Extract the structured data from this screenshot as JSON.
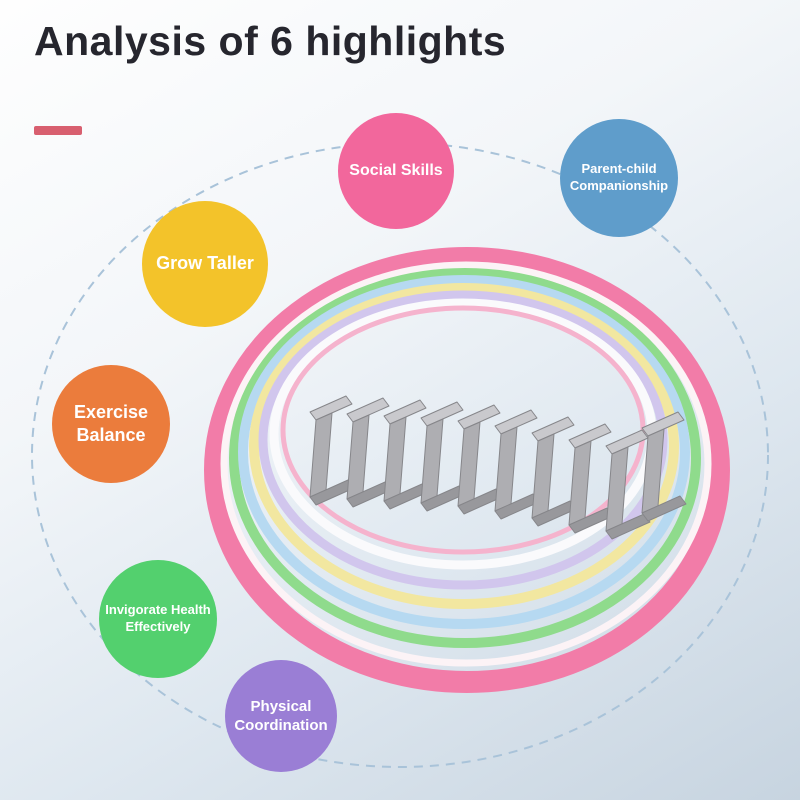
{
  "title": "Analysis of 6 highlights",
  "accent": {
    "dash_color": "#d85f6f"
  },
  "orbit": {
    "color": "#a9c3d9"
  },
  "highlights": [
    {
      "id": "social-skills",
      "color": "#f2679c",
      "lines": [
        "Social Skills",
        ""
      ]
    },
    {
      "id": "parent-child-companionship",
      "color": "#5f9dcb",
      "lines": [
        "Parent-child",
        "Companionship"
      ]
    },
    {
      "id": "grow-taller",
      "color": "#f3c32a",
      "lines": [
        "Grow Taller",
        ""
      ]
    },
    {
      "id": "exercise-balance",
      "color": "#eb7c3c",
      "lines": [
        "Exercise",
        "Balance"
      ]
    },
    {
      "id": "invigorate-health-effectively",
      "color": "#53d06e",
      "lines": [
        "Invigorate Health",
        "Effectively"
      ]
    },
    {
      "id": "physical-coordination",
      "color": "#9a7ed5",
      "lines": [
        "Physical",
        "Coordination"
      ]
    }
  ],
  "product": {
    "description": "Stack of pastel hula hoop rings with gray connector segments",
    "ring_colors": [
      "#f27ca8",
      "#fcf3f6",
      "#8fdb8c",
      "#b6d9f1",
      "#f2e7a0",
      "#d1c6ed",
      "#fafafc",
      "#f5b3cd"
    ],
    "connector": {
      "top": "#c9c9cd",
      "web": "#aeaeb2",
      "foot": "#98989c",
      "edge": "#86868a"
    }
  }
}
